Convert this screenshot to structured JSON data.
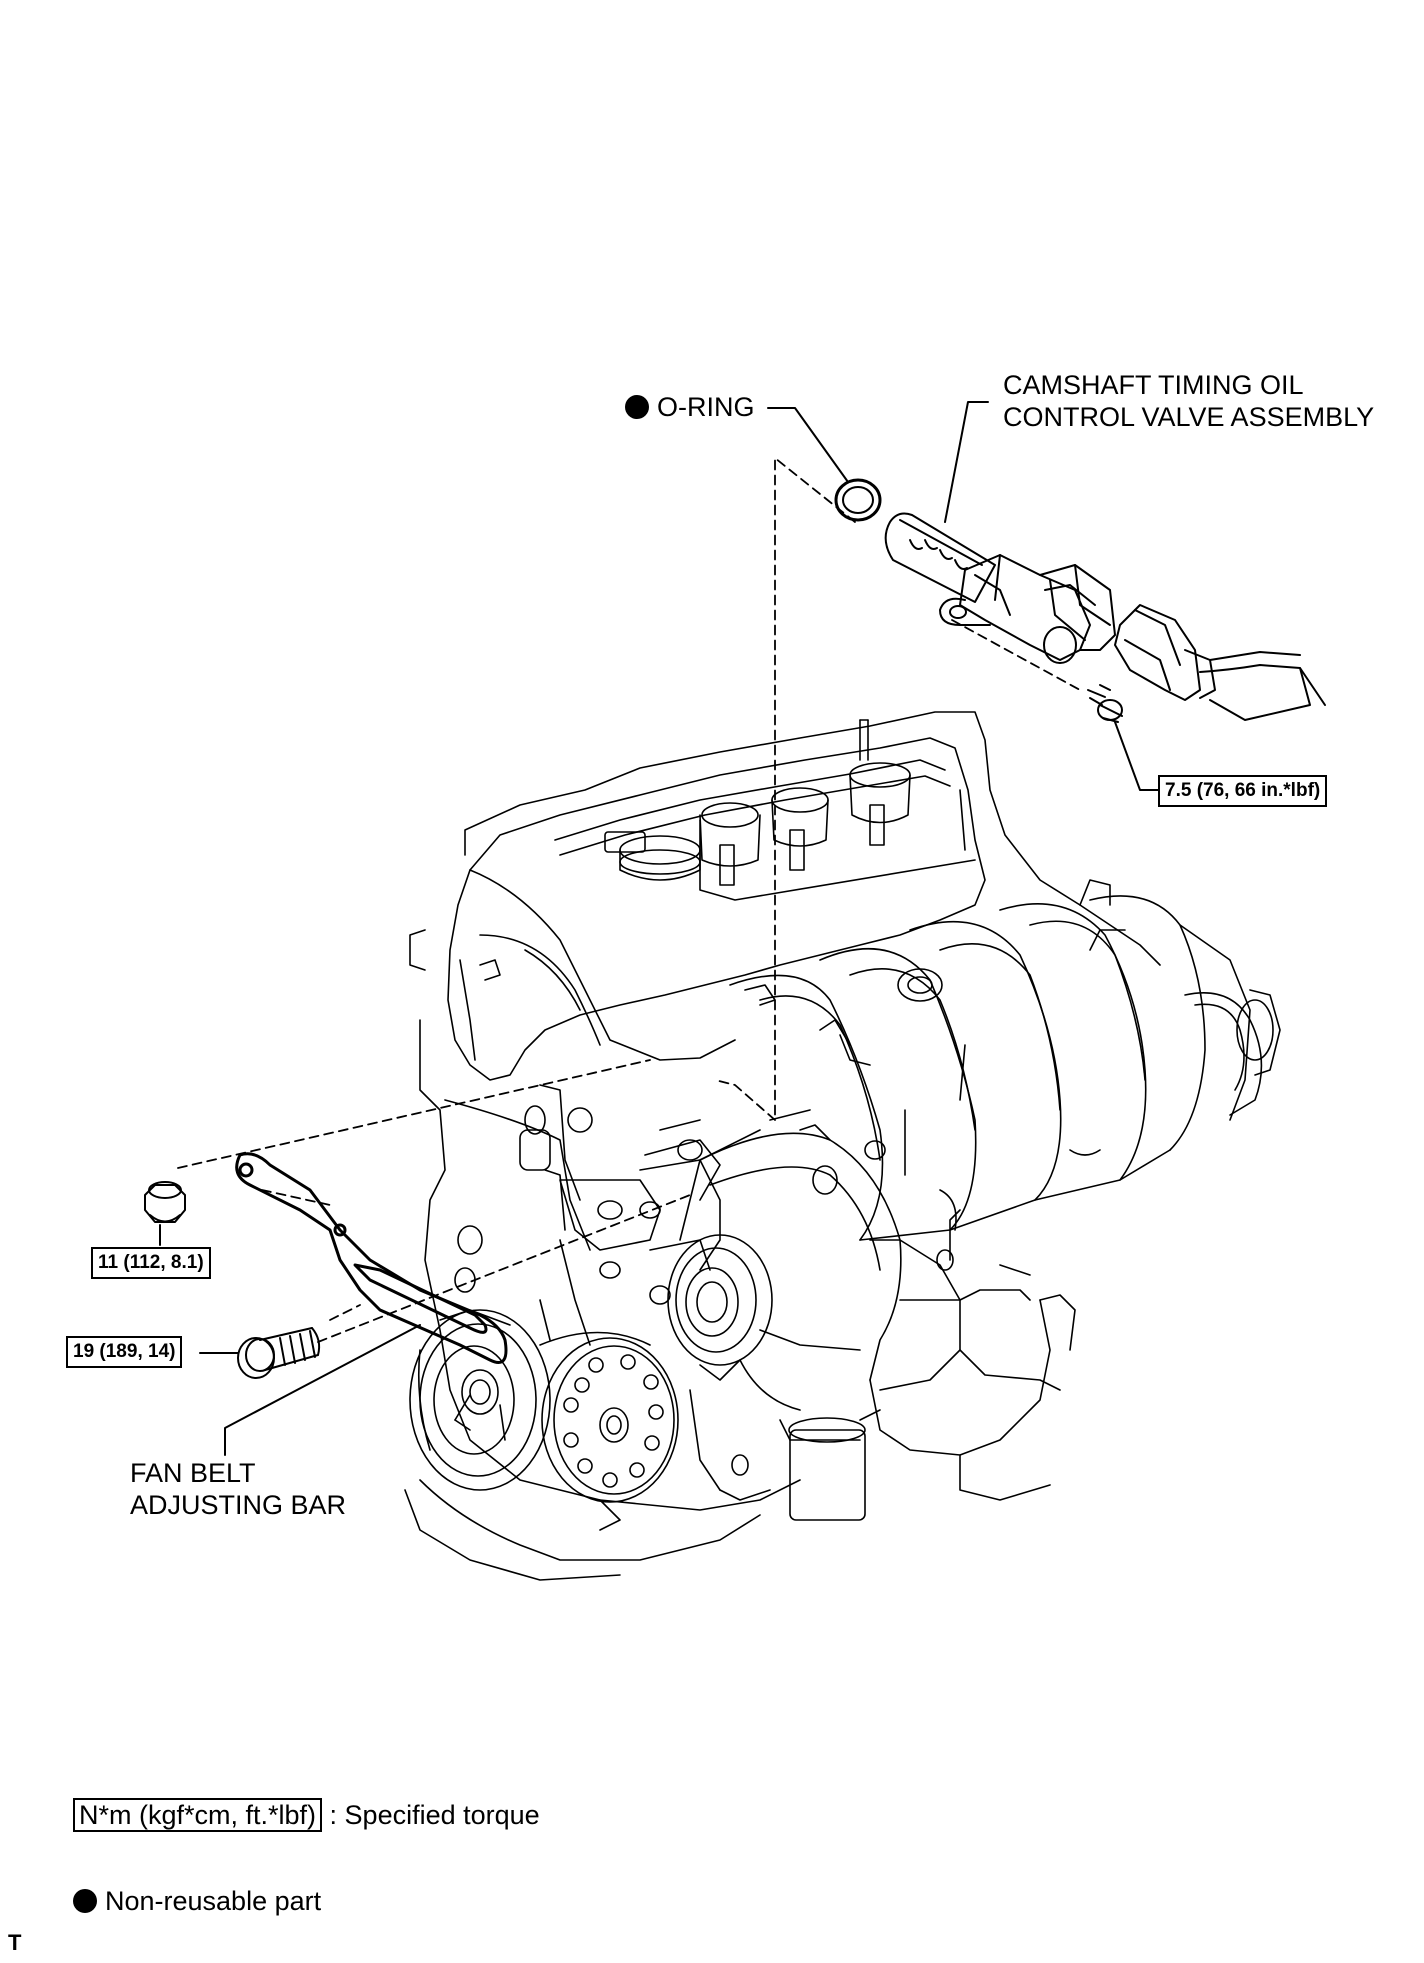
{
  "labels": {
    "o_ring": "O-RING",
    "camshaft_line1": "CAMSHAFT TIMING OIL",
    "camshaft_line2": "CONTROL VALVE ASSEMBLY",
    "fan_belt_line1": "FAN BELT",
    "fan_belt_line2": "ADJUSTING BAR"
  },
  "torques": {
    "valve_bolt": "7.5 (76, 66 in.*lbf)",
    "bar_nut": "11 (112, 8.1)",
    "bar_bolt": "19 (189, 14)"
  },
  "legend": {
    "torque_box": "N*m (kgf*cm, ft.*lbf)",
    "torque_text": ": Specified torque",
    "nonreusable_text": "Non-reusable part"
  },
  "corner_code": "T"
}
